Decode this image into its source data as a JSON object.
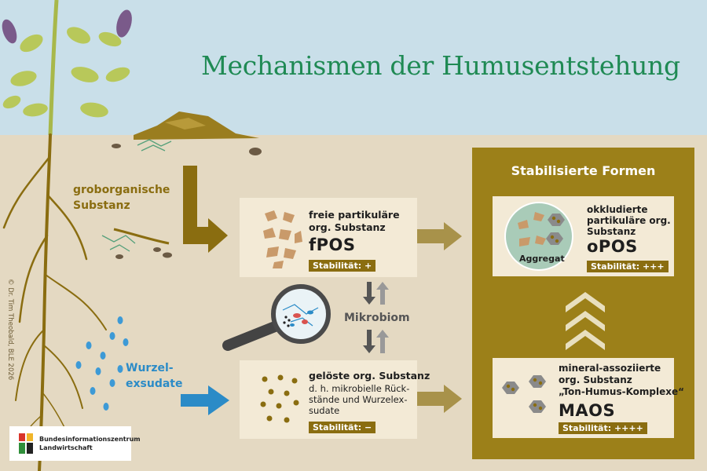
{
  "title": "Mechanismen der Humusentstehung",
  "inputs": {
    "coarse_organic": [
      "groborganische",
      "Substanz"
    ],
    "root_exudates": [
      "Wurzel-",
      "exsudate"
    ]
  },
  "microbiome_label": "Mikrobiom",
  "stable_forms_title": "Stabilisierte Formen",
  "boxes": {
    "fpos": {
      "title_lines": [
        "freie partikuläre",
        "org. Substanz"
      ],
      "abbr": "fPOS",
      "stability": "Stabilität: +"
    },
    "dos": {
      "title_line": "gelöste org. Substanz",
      "sub_lines": [
        "d. h. mikrobielle Rück-",
        "stände und Wurzelex-",
        "sudate"
      ],
      "stability": "Stabilität: −"
    },
    "opos": {
      "title_lines": [
        "okkludierte",
        "partikuläre org.",
        "Substanz"
      ],
      "abbr": "oPOS",
      "aggregate_label": "Aggregat",
      "stability": "Stabilität: +++"
    },
    "maos": {
      "title_lines": [
        "mineral-assoziierte",
        "org. Substanz",
        "„Ton-Humus-Komplexe“"
      ],
      "abbr": "MAOS",
      "stability": "Stabilität: ++++"
    }
  },
  "copyright": "© Dr. Tim Theobald, BLE 2026",
  "logo": {
    "line1": "Bundesinformationszentrum",
    "line2": "Landwirtschaft"
  },
  "colors": {
    "sky": "#c9dfe9",
    "soil": "#e4d9c2",
    "title_green": "#1f8a54",
    "brown_accent": "#8a6d10",
    "frame_olive": "#9c8019",
    "box_fill": "#f3ead6",
    "arrow_blue": "#2b8bc7",
    "arrow_gold": "#a8924a"
  }
}
